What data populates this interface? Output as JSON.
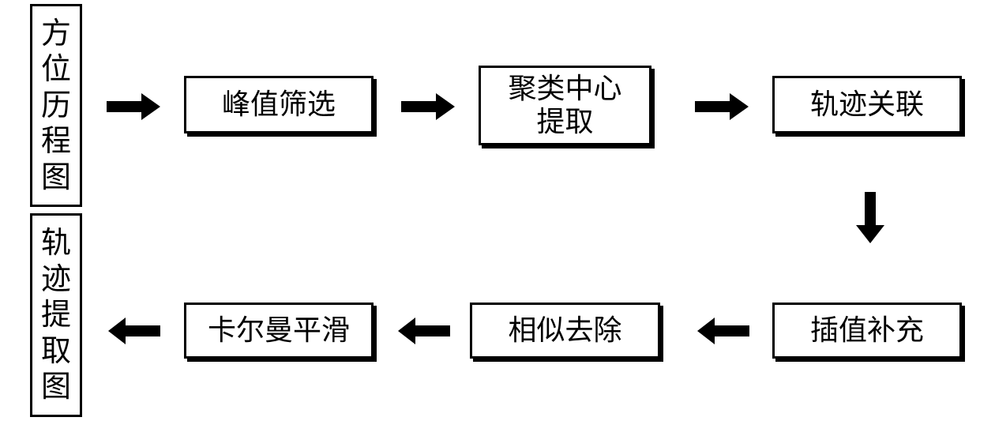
{
  "input_label": "方位历程图",
  "output_label": "轨迹提取图",
  "steps": {
    "peak_filter": "峰值筛选",
    "cluster_center_line1": "聚类中心",
    "cluster_center_line2": "提取",
    "track_association": "轨迹关联",
    "interpolation": "插值补充",
    "similarity_removal": "相似去除",
    "kalman_smoothing": "卡尔曼平滑"
  }
}
